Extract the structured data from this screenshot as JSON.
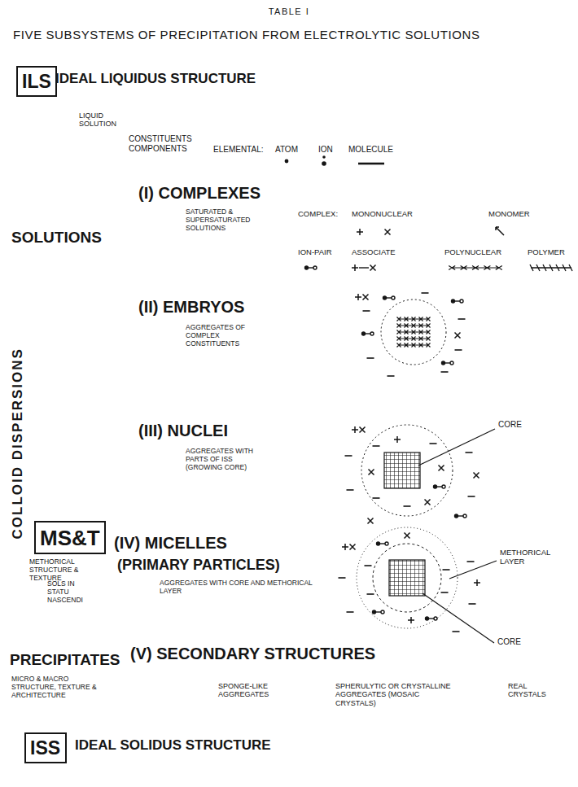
{
  "diagram": {
    "title": "FIVE SUBSYSTEMS OF PRECIPITATION FROM ELECTROLYTIC SOLUTIONS",
    "nodes": [
      {
        "text": [
          "ILS"
        ]
      },
      {
        "text": [
          "MS&T"
        ]
      },
      {
        "text": [
          "ISS"
        ]
      }
    ],
    "labels": [
      "TABLE I",
      "IDEAL LIQUIDUS STRUCTURE",
      "LIQUID SOLUTION",
      "CONSTITUENTS COMPONENTS",
      "ELEMENTAL:",
      "ATOM",
      "ION",
      "MOLECULE",
      "(I) COMPLEXES",
      "SATURATED & SUPERSATURATED SOLUTIONS",
      "COMPLEX:",
      "MONONUCLEAR",
      "MONOMER",
      "SOLUTIONS",
      "ION-PAIR",
      "ASSOCIATE",
      "POLYNUCLEAR",
      "POLYMER",
      "(II) EMBRYOS",
      "AGGREGATES OF COMPLEX CONSTITUENTS",
      "COLLOID DISPERSIONS",
      "(III) NUCLEI",
      "AGGREGATES WITH PARTS OF ISS (GROWING CORE)",
      "CORE",
      "METHORICAL STRUCTURE & TEXTURE",
      "SOLS IN STATU NASCENDI",
      "(IV) MICELLES",
      "(PRIMARY PARTICLES)",
      "AGGREGATES WITH CORE AND METHORICAL LAYER",
      "METHORICAL LAYER",
      "CORE",
      "(V) SECONDARY STRUCTURES",
      "PRECIPITATES",
      "MICRO & MACRO STRUCTURE, TEXTURE & ARCHITECTURE",
      "SPONGE-LIKE AGGREGATES",
      "SPHERULYTIC OR CRYSTALLINE AGGREGATES (MOSAIC CRYSTALS)",
      "REAL CRYSTALS",
      "IDEAL SOLIDUS STRUCTURE"
    ]
  }
}
